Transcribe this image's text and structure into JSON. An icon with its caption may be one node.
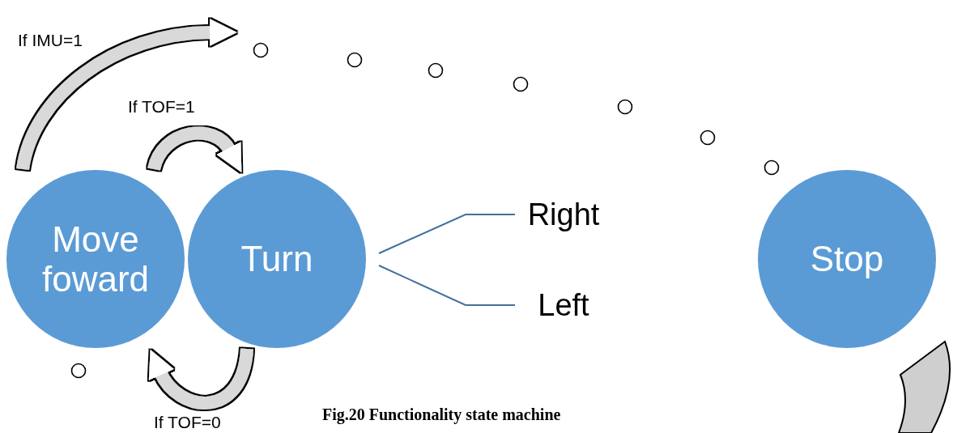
{
  "diagram": {
    "caption": "Fig.20 Functionality state machine",
    "nodes": [
      {
        "text": [
          "Move foward"
        ]
      },
      {
        "text": [
          "Turn"
        ]
      },
      {
        "text": [
          "Right"
        ]
      },
      {
        "text": [
          "Left"
        ]
      },
      {
        "text": [
          "Stop"
        ]
      }
    ],
    "edges": [
      {
        "from": 0,
        "to": 1,
        "arrow": "to",
        "label": "If TOF=1"
      },
      {
        "from": 1,
        "to": 0,
        "arrow": "to",
        "label": "If TOF=0"
      },
      {
        "from": 0,
        "to": null,
        "arrow": "to",
        "label": "If IMU=1"
      },
      {
        "from": 1,
        "to": 2,
        "arrow": "none",
        "color": "#41719c"
      },
      {
        "from": 1,
        "to": 3,
        "arrow": "none",
        "color": "#41719c"
      }
    ]
  }
}
